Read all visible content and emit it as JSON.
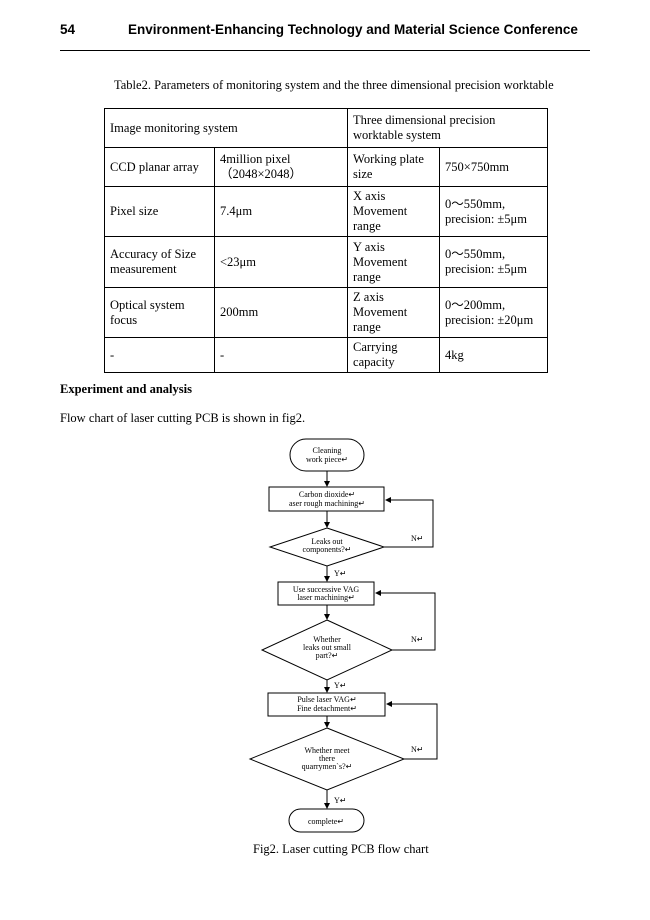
{
  "header": {
    "page_number": "54",
    "title": "Environment-Enhancing Technology and Material Science Conference"
  },
  "table": {
    "caption": "Table2. Parameters of monitoring system and the three dimensional precision worktable",
    "head_left": "Image monitoring system",
    "head_right": "Three dimensional precision worktable system",
    "rows": [
      {
        "a": "CCD planar array",
        "b1": "4million pixel",
        "b2": "（2048×2048）",
        "c": "Working plate size",
        "d": "750×750mm"
      },
      {
        "a": "Pixel size",
        "b1": "7.4μm",
        "b2": "",
        "c": "X axis Movement range",
        "d": "0～550mm, precision: ±5μm"
      },
      {
        "a": "Accuracy of Size measurement",
        "b1": "<23μm",
        "b2": "",
        "c": "Y axis Movement range",
        "d": "0～550mm, precision: ±5μm"
      },
      {
        "a": "Optical system focus",
        "b1": "200mm",
        "b2": "",
        "c": "Z axis Movement range",
        "d": "0～200mm, precision: ±20μm"
      },
      {
        "a": "-",
        "b1": "-",
        "b2": "",
        "c": "Carrying capacity",
        "d": "4kg"
      }
    ]
  },
  "section_heading": "Experiment and analysis",
  "paragraph": "Flow chart of laser cutting PCB is shown in fig2.",
  "flowchart": {
    "start": [
      "Cleaning",
      "work piece↵"
    ],
    "step1": [
      "Carbon dioxide↵",
      "aser rough machining↵"
    ],
    "decision1": [
      "Leaks out",
      "components?↵"
    ],
    "step2": [
      "Use successive VAG",
      "laser machining↵"
    ],
    "decision2": [
      "Whether",
      "leaks out small",
      "part?↵"
    ],
    "step3": [
      "Pulse laser VAG↵",
      "Fine detachment↵"
    ],
    "decision3": [
      "Whether meet",
      "there",
      "quarrymen`s?↵"
    ],
    "end": "complete↵",
    "yes_label": "Y↵",
    "no_label": "N↵"
  },
  "figure_caption": "Fig2. Laser cutting PCB flow chart"
}
